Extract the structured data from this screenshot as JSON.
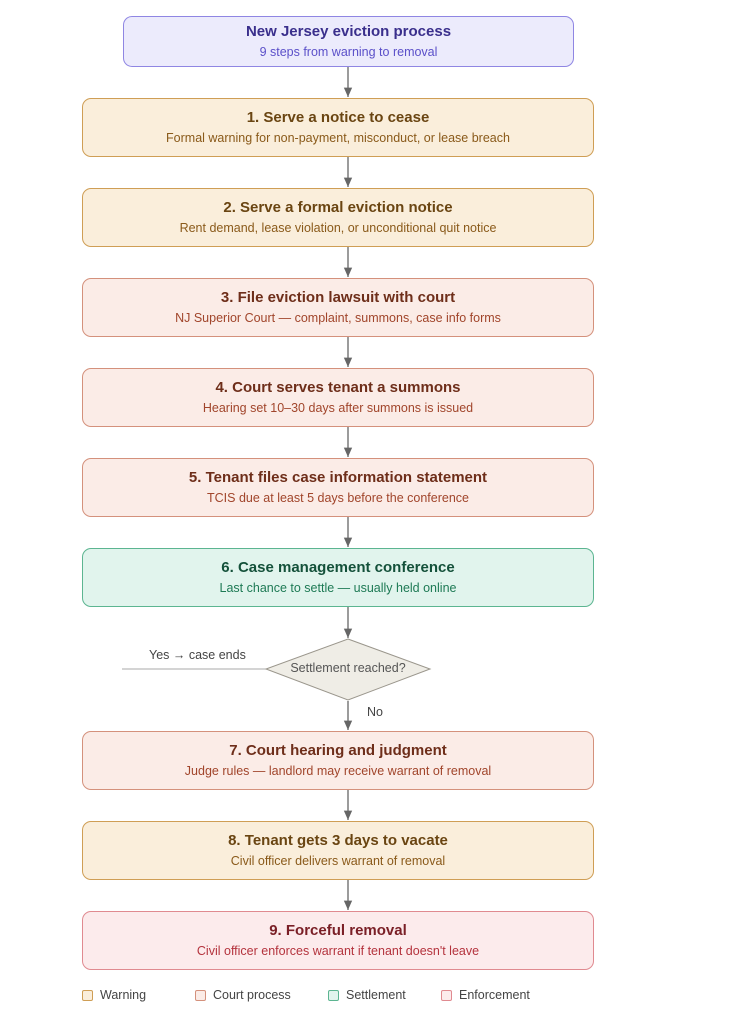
{
  "title": {
    "heading": "New Jersey eviction process",
    "subheading": "9 steps from warning to removal"
  },
  "steps": [
    {
      "label": "1. Serve a notice to cease",
      "detail": "Formal warning for non-payment, misconduct, or lease breach"
    },
    {
      "label": "2. Serve a formal eviction notice",
      "detail": "Rent demand, lease violation, or unconditional quit notice"
    },
    {
      "label": "3. File eviction lawsuit with court",
      "detail": "NJ Superior Court — complaint, summons, case info forms"
    },
    {
      "label": "4. Court serves tenant a summons",
      "detail": "Hearing set 10–30 days after summons is issued"
    },
    {
      "label": "5. Tenant files case information statement",
      "detail": "TCIS due at least 5 days before the conference"
    },
    {
      "label": "6. Case management conference",
      "detail": "Last chance to settle — usually held online"
    },
    {
      "label": "7. Court hearing and judgment",
      "detail": "Judge rules — landlord may receive warrant of removal"
    },
    {
      "label": "8. Tenant gets 3 days to vacate",
      "detail": "Civil officer delivers warrant of removal"
    },
    {
      "label": "9. Forceful removal",
      "detail": "Civil officer enforces warrant if tenant doesn't leave"
    }
  ],
  "decision": {
    "question": "Settlement reached?",
    "yes_label": "Yes → case ends",
    "no_label": "No"
  },
  "legend": {
    "warning": "Warning",
    "court": "Court process",
    "settlement": "Settlement",
    "enforcement": "Enforcement"
  },
  "colors": {
    "arrow": "#666666",
    "warning": "#faeedb",
    "court": "#fbece7",
    "settlement": "#e1f4ed",
    "enforcement": "#fcebec",
    "title": "#ecebfc"
  }
}
